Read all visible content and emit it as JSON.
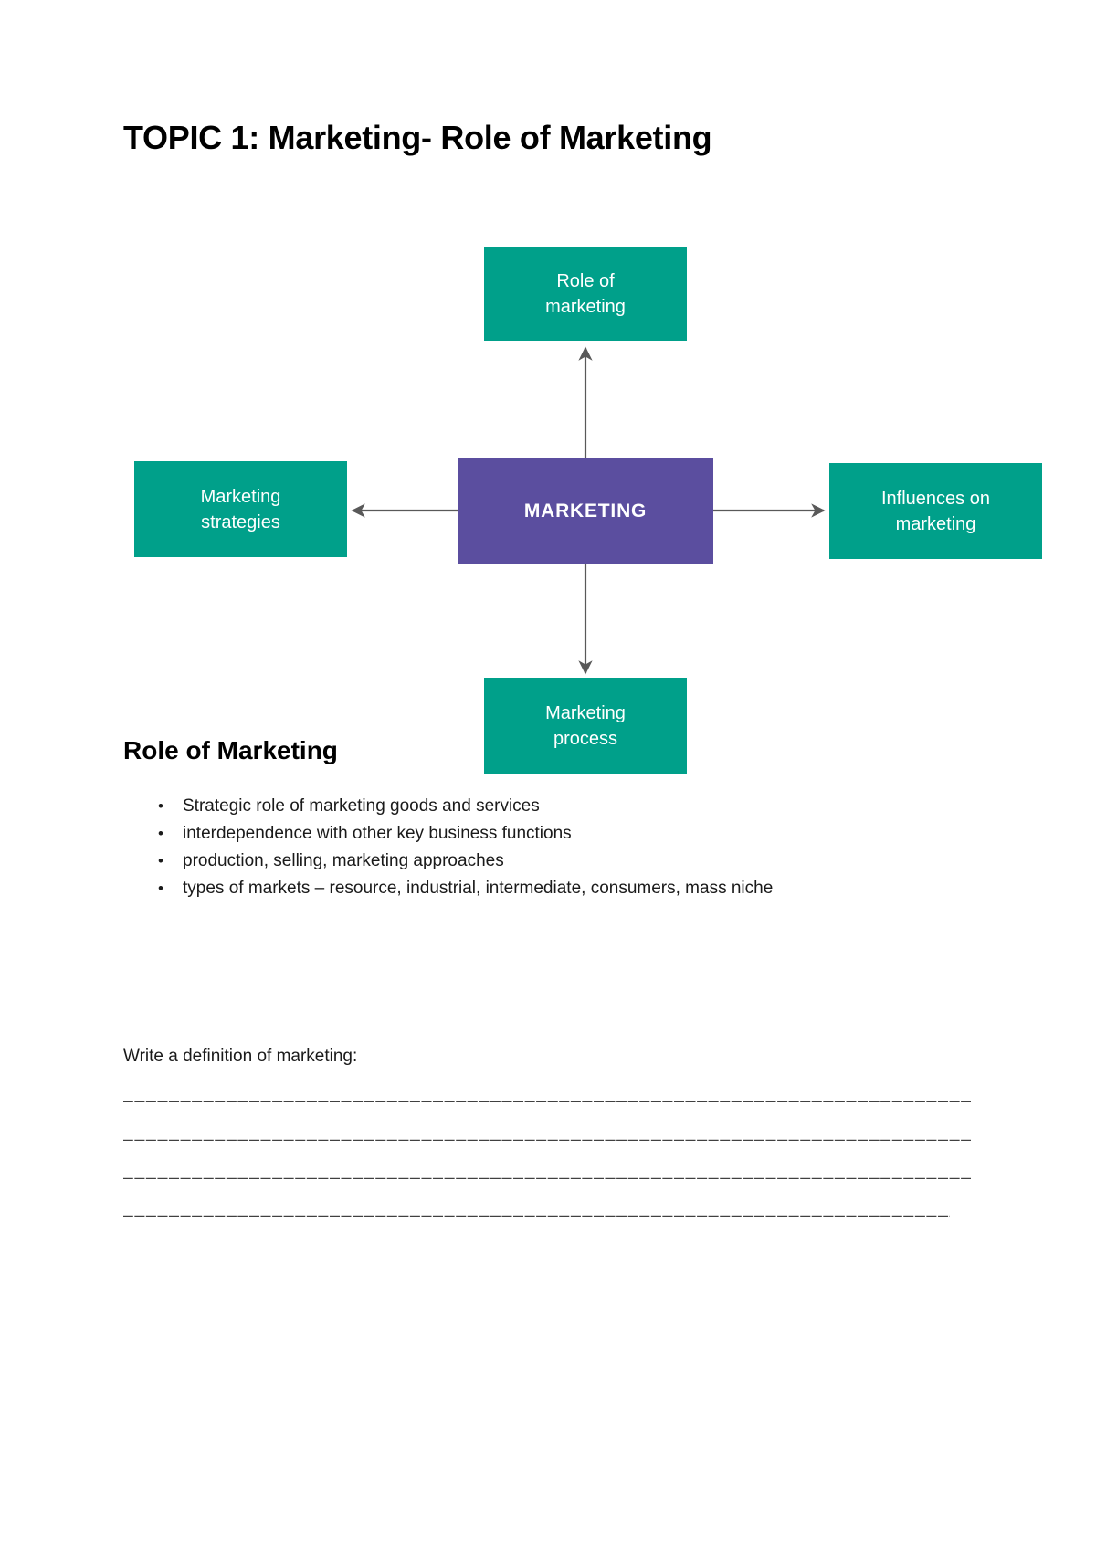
{
  "title": "TOPIC 1: Marketing- Role of Marketing",
  "diagram": {
    "center_label": "MARKETING",
    "colors": {
      "node": "#00A08A",
      "center": "#5B4E9F",
      "arrow": "#595959"
    },
    "nodes": {
      "top": {
        "line1": "Role of",
        "line2": "marketing"
      },
      "left": {
        "line1": "Marketing",
        "line2": "strategies"
      },
      "right": {
        "line1": "Influences on",
        "line2": "marketing"
      },
      "bottom": {
        "line1": "Marketing",
        "line2": "process"
      }
    }
  },
  "section": {
    "heading": "Role of Marketing",
    "bullets": [
      "Strategic role of marketing goods and services",
      "interdependence with other key business functions",
      "production, selling, marketing approaches",
      "types of markets – resource, industrial, intermediate, consumers, mass niche"
    ]
  },
  "definition": {
    "prompt": "Write a definition of marketing:",
    "lines": [
      "__________________________________________________________________________________________",
      "__________________________________________________________________________________________",
      "__________________________________________________________________________________________",
      "__________________________________________________________________________________________"
    ]
  }
}
